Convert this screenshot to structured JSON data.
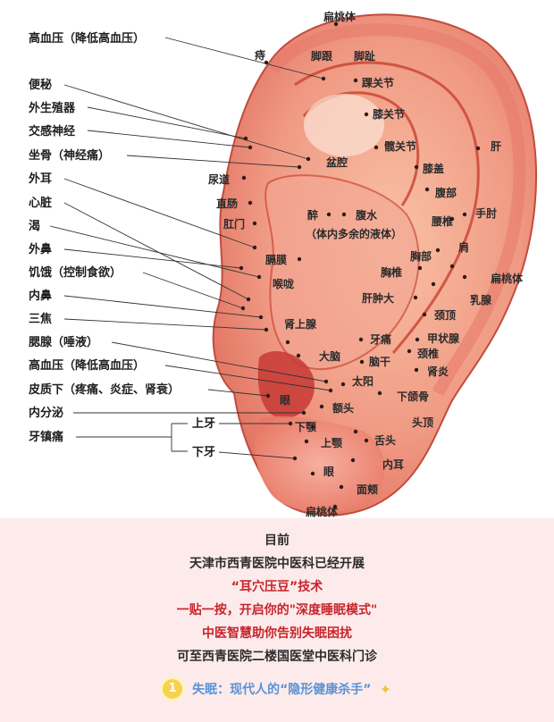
{
  "left_labels": [
    "高血压（降低高血压）",
    "便秘",
    "外生殖器",
    "交感神经",
    "坐骨（神经痛）",
    "外耳",
    "心脏",
    "渴",
    "外鼻",
    "饥饿（控制食欲）",
    "内鼻",
    "三焦",
    "腮腺（唾液）",
    "高血压（降低高血压）",
    "皮质下（疼痛、炎症、肾衰）",
    "内分泌",
    "牙镇痛"
  ],
  "teeth_labels": [
    "上牙",
    "下牙"
  ],
  "ear_labels": {
    "top": "扁桃体",
    "bottom": "扁桃体",
    "items": [
      "痔",
      "脚跟",
      "脚趾",
      "踝关节",
      "膝关节",
      "髋关节",
      "盆腔",
      "膝盖",
      "肝",
      "尿道",
      "腹部",
      "直肠",
      "醉",
      "腹水",
      "手肘",
      "肛门",
      "腰椎",
      "（体内多余的液体）",
      "肩",
      "膈膜",
      "胸部",
      "胸椎",
      "扁桃体",
      "乳腺",
      "喉咙",
      "肝肿大",
      "颈顶",
      "肾上腺",
      "牙痛",
      "甲状腺",
      "颈椎",
      "大脑",
      "脑干",
      "肾炎",
      "太阳",
      "下颌骨",
      "眼",
      "额头",
      "下颚",
      "头顶",
      "上颚",
      "舌头",
      "眼",
      "内耳",
      "面颊"
    ]
  },
  "info": {
    "line1": "目前",
    "line2": "天津市西青医院中医科已经开展",
    "line3": "“耳穴压豆”技术",
    "line4": "一贴一按，开启你的\"深度睡眠模式\"",
    "line5": "中医智慧助你告别失眠困扰",
    "line6": "可至西青医院二楼国医堂中医科门诊"
  },
  "tip": {
    "number": "1",
    "text": "失眠：现代人的“隐形健康杀手”"
  }
}
